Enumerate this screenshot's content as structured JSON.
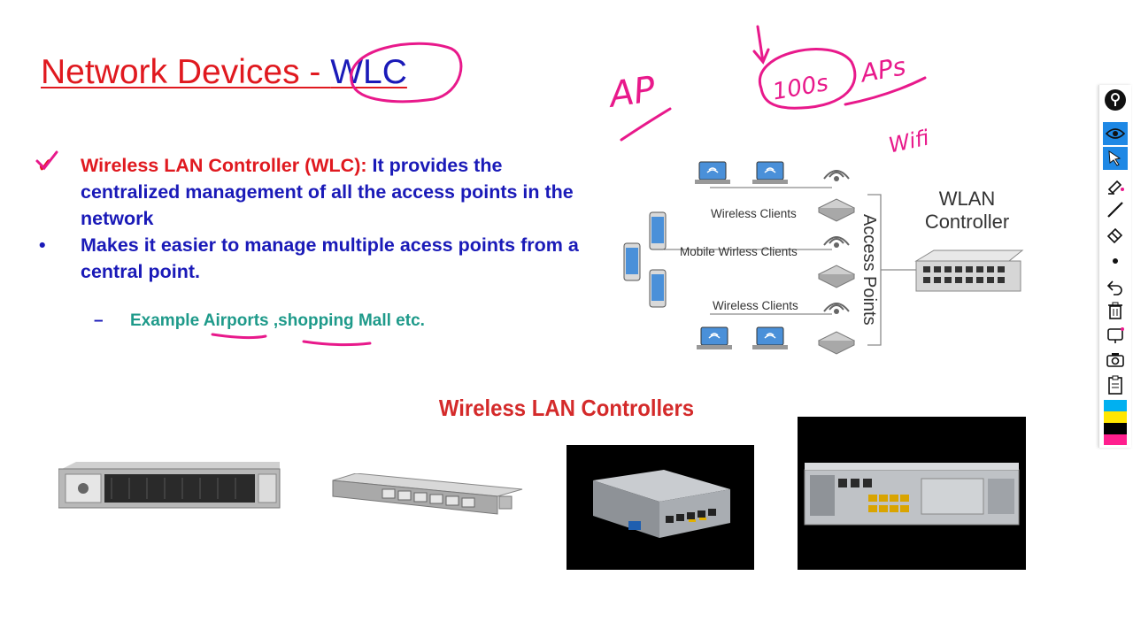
{
  "slide": {
    "title_prefix": "Network Devices - ",
    "title_accent": "WLC",
    "bullets": [
      {
        "marker": "✓",
        "term": "Wireless LAN Controller (WLC):",
        "text": " It provides the centralized management of all the access points in the network"
      },
      {
        "marker": "•",
        "term": "",
        "text": "Makes it easier to manage multiple acess points from a central point."
      }
    ],
    "sub_bullet": {
      "dash": "–",
      "text": "Example Airports ,shopping Mall etc."
    }
  },
  "annotations": {
    "ap": "AP",
    "count": "100s",
    "aps": "APs",
    "wifi": "Wifi"
  },
  "diagram": {
    "clients_top": "Wireless Clients",
    "clients_mobile": "Mobile Wirless Clients",
    "clients_bottom": "Wireless Clients",
    "access_points": "Access Points",
    "controller_line1": "WLAN",
    "controller_line2": "Controller"
  },
  "gallery": {
    "title": "Wireless LAN Controllers"
  },
  "toolbar": {
    "tools": [
      "pin-icon",
      "eye-icon",
      "pointer-icon",
      "highlighter-icon",
      "pen-icon",
      "eraser-icon",
      "dot-icon",
      "undo-icon",
      "trash-icon",
      "screen-icon",
      "camera-icon",
      "clipboard-icon"
    ],
    "colors": [
      "#00b0f0",
      "#ffe600",
      "#000000",
      "#ff1f8e"
    ]
  }
}
